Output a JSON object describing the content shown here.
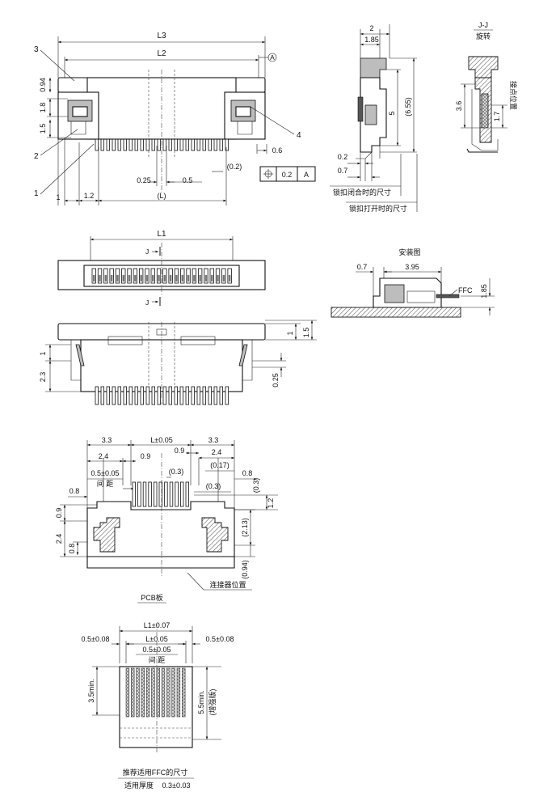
{
  "top_view": {
    "L3": "L3",
    "L2": "L2",
    "datum_A": "A",
    "d094": "0.94",
    "d18": "1.8",
    "d15": "1.5",
    "c1": "1",
    "c2": "2",
    "c3": "3",
    "c4": "4",
    "d06": "0.6",
    "d02": "(0.2)",
    "d025": "0.25",
    "d05": "0.5",
    "d1": "1",
    "d12": "1.2",
    "dL": "(L)",
    "tol_val": "0.2",
    "tol_ref": "A"
  },
  "side_view": {
    "d2": "2",
    "d185": "1.85",
    "d5": "5",
    "d655": "(6.55)",
    "d02": "0.2",
    "d07": "0.7",
    "closed_label": "锁扣闭合时的尺寸",
    "open_label": "锁扣打开时的尺寸"
  },
  "section_jj": {
    "title": "J-J",
    "subtitle": "旋转",
    "d36": "3.6",
    "d17": "1.7",
    "contact_label": "接点位置"
  },
  "front_view": {
    "L1": "L1",
    "J": "J"
  },
  "install_view": {
    "title": "安装图",
    "d07": "0.7",
    "d395": "3.95",
    "d185": "1.85",
    "ffc": "FFC"
  },
  "bottom_view": {
    "d1": "1",
    "d15": "1.5",
    "d1b": "1",
    "d23": "2.3",
    "d025": "0.25"
  },
  "pcb_layout": {
    "d33a": "3.3",
    "dLtol": "L±0.05",
    "d33b": "3.3",
    "d24a": "2.4",
    "d09a": "0.9",
    "d09b": "0.9",
    "d24b": "2.4",
    "pitch": "0.5±0.05",
    "pitch_cn": "间 距",
    "d03a": "(0.3)",
    "d017": "(0.17)",
    "d08a": "0.8",
    "d03b": "(0.3)",
    "d03c": "(0.3)",
    "d12": "1.2",
    "d08b": "0.8",
    "d09c": "0.9",
    "d213": "(2.13)",
    "d24c": "2.4",
    "d08c": "0.8",
    "d094": "(0.94)",
    "pcb_label": "PCB板",
    "conn_label": "连接器位置"
  },
  "ffc_view": {
    "L1tol": "L1±0.07",
    "d05a": "0.5±0.08",
    "Ltol": "L±0.05",
    "d05b": "0.5±0.08",
    "pitch": "0.5±0.05",
    "pitch_cn": "间 距",
    "d35": "3.5min.",
    "d55": "5.5min.",
    "reinforce": "(增强版)",
    "title": "推荐适用FFC的尺寸",
    "thick_label": "适用厚度",
    "thick_val": "0.3±0.03"
  }
}
